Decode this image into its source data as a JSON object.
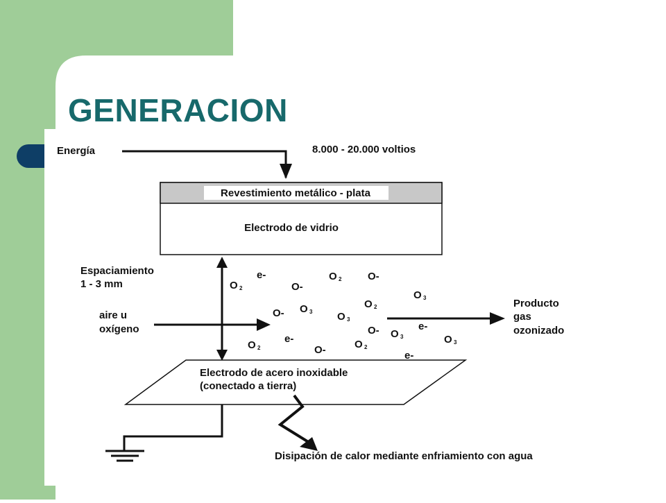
{
  "slide": {
    "title": "GENERACION",
    "accent_green": "#9fcd98",
    "accent_navy": "#0e3e66",
    "title_color": "#17696b"
  },
  "diagram": {
    "energy_label": "Energía",
    "voltage_label": "8.000 - 20.000 voltios",
    "coating_label": "Revestimiento metálico - plata",
    "glass_electrode_label": "Electrodo de vidrio",
    "spacing_label_line1": "Espaciamiento",
    "spacing_label_line2": "1 - 3 mm",
    "air_label_line1": "aire u",
    "air_label_line2": "oxígeno",
    "product_label_line1": "Producto",
    "product_label_line2": "gas",
    "product_label_line3": "ozonizado",
    "steel_electrode_line1": "Electrodo de acero inoxidable",
    "steel_electrode_line2": "(conectado a tierra)",
    "heat_label": "Disipación de calor mediante enfriamiento con agua",
    "particles": {
      "electron": "e-",
      "oxygen_molecule": "O",
      "o2_sub": "2",
      "o3_sub": "3",
      "oxygen_ion": "O-"
    }
  }
}
